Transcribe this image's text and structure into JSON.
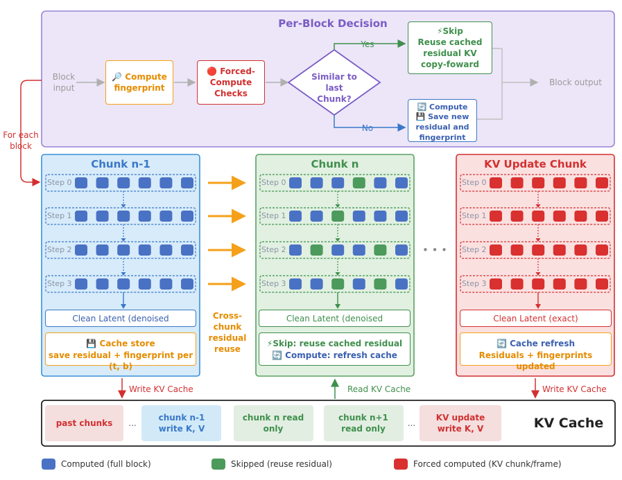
{
  "decision": {
    "title": "Per-Block Decision",
    "block_input": "Block input",
    "compute_fingerprint": "🔎 Compute fingerprint",
    "forced_compute": "🔴 Forced-Compute Checks",
    "similar": "Similar to last Chunk?",
    "yes": "Yes",
    "no": "No",
    "skip_line1": "⚡Skip",
    "skip_rest": "Reuse cached residual KV copy-foward",
    "compute_line1": "🔄 Compute",
    "compute_rest": "💾 Save new residual and fingerprint",
    "block_output": "Block output",
    "for_each": "For each block"
  },
  "chunks": [
    {
      "title": "Chunk n-1",
      "latent": "Clean Latent (denoised",
      "note_line1": "💾 Cache store",
      "note_line2": "save residual + fingerprint per (t, b)"
    },
    {
      "title": "Chunk n",
      "latent": "Clean Latent (denoised",
      "note_line1": "⚡Skip: reuse cached residual",
      "note_line2": "🔄 Compute: refresh cache"
    },
    {
      "title": "KV Update Chunk",
      "latent": "Clean Latent (exact)",
      "note_line1": "🔄 Cache refresh",
      "note_line2": "Residuals + fingerprints updated"
    }
  ],
  "steps": [
    "Step 0",
    "Step 1",
    "Step 2",
    "Step 3"
  ],
  "cell_grid": {
    "chunk_n_minus_1": [
      [
        "C",
        "C",
        "C",
        "C",
        "C",
        "C"
      ],
      [
        "C",
        "C",
        "C",
        "C",
        "C",
        "C"
      ],
      [
        "C",
        "C",
        "C",
        "C",
        "C",
        "C"
      ],
      [
        "C",
        "C",
        "C",
        "C",
        "C",
        "C"
      ]
    ],
    "chunk_n": [
      [
        "C",
        "C",
        "C",
        "S",
        "C",
        "C"
      ],
      [
        "C",
        "C",
        "S",
        "C",
        "C",
        "C"
      ],
      [
        "C",
        "S",
        "C",
        "C",
        "S",
        "C"
      ],
      [
        "C",
        "C",
        "S",
        "C",
        "S",
        "C"
      ]
    ],
    "kv_update": [
      [
        "F",
        "F",
        "F",
        "F",
        "F",
        "F"
      ],
      [
        "F",
        "F",
        "F",
        "F",
        "F",
        "F"
      ],
      [
        "F",
        "F",
        "F",
        "F",
        "F",
        "F"
      ],
      [
        "F",
        "F",
        "F",
        "F",
        "F",
        "F"
      ]
    ]
  },
  "cross_chunk": "Cross-chunk residual reuse",
  "ellipsis": "• • •",
  "write_kv_1": "Write KV Cache",
  "read_kv": "Read KV Cache",
  "write_kv_2": "Write KV Cache",
  "kv_cache": {
    "title": "KV Cache",
    "items": [
      {
        "text": "past chunks"
      },
      {
        "text": "..."
      },
      {
        "text": "chunk n-1 write K, V"
      },
      {
        "text": "chunk n read only"
      },
      {
        "text": "chunk n+1 read only"
      },
      {
        "text": "..."
      },
      {
        "text": "KV update write K, V"
      }
    ]
  },
  "legend": [
    {
      "label": "Computed (full block)",
      "color": "#4a72c4"
    },
    {
      "label": "Skipped (reuse residual)",
      "color": "#4c9a5c"
    },
    {
      "label": "Forced computed (KV chunk/frame)",
      "color": "#d93030"
    }
  ],
  "colors": {
    "purple": "#7a5cc4",
    "blue": "#3a78c8",
    "green": "#3f8f4c",
    "red": "#d23030",
    "orange": "#f5a01a",
    "cell_computed": "#4a72c4",
    "cell_skipped": "#4c9a5c",
    "cell_forced": "#d93030"
  }
}
